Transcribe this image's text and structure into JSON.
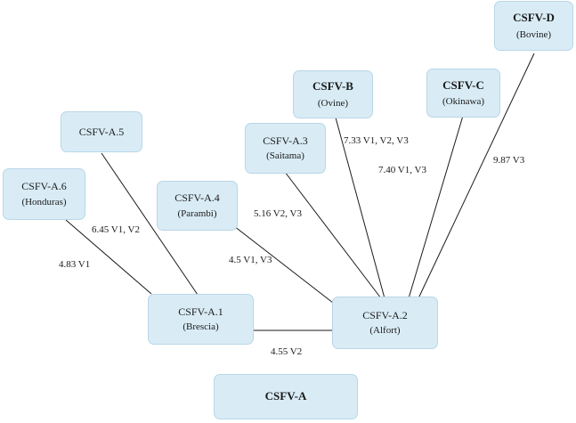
{
  "nodes": {
    "csfv_d": {
      "name": "CSFV-D",
      "sub": "(Bovine)"
    },
    "csfv_b": {
      "name": "CSFV-B",
      "sub": "(Ovine)"
    },
    "csfv_c": {
      "name": "CSFV-C",
      "sub": "(Okinawa)"
    },
    "csfv_a5": {
      "name": "CSFV-A.5"
    },
    "csfv_a3": {
      "name": "CSFV-A.3",
      "sub": "(Saitama)"
    },
    "csfv_a6": {
      "name": "CSFV-A.6",
      "sub": "(Honduras)"
    },
    "csfv_a4": {
      "name": "CSFV-A.4",
      "sub": "(Parambi)"
    },
    "csfv_a1": {
      "name": "CSFV-A.1",
      "sub": "(Brescia)"
    },
    "csfv_a2": {
      "name": "CSFV-A.2",
      "sub": "(Alfort)"
    },
    "csfv_a": {
      "name": "CSFV-A"
    }
  },
  "edges": {
    "a6_a1": "4.83 V1",
    "a5_a1": "6.45 V1, V2",
    "a4_a2": "4.5 V1, V3",
    "a3_a2": "5.16 V2, V3",
    "b_a2": "7.33 V1, V2, V3",
    "c_a2": "7.40 V1, V3",
    "d_a2": "9.87 V3",
    "a1_a2": "4.55 V2"
  },
  "colors": {
    "node_fill": "#d9ecf6",
    "node_border": "#b9d6e6",
    "line": "#1a1a1a"
  }
}
